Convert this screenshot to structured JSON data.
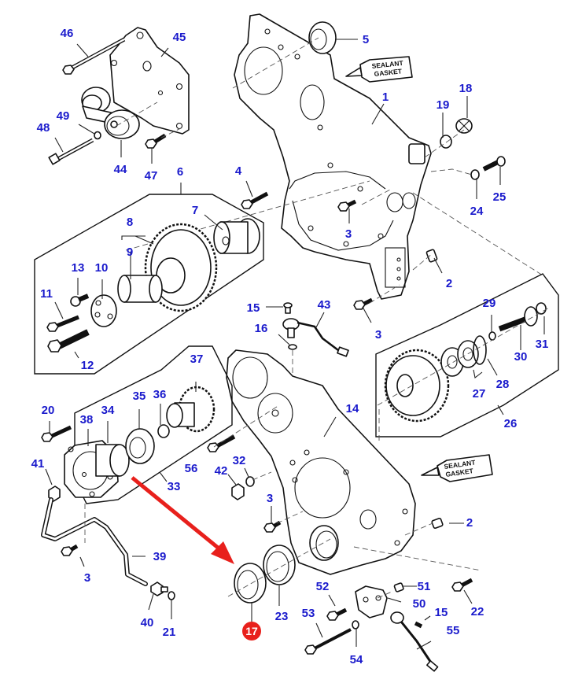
{
  "diagram": {
    "title": "Timing gear housing exploded parts diagram",
    "highlighted_part": "17",
    "highlight_color": "#e8201c",
    "label_color": "#1a1acc",
    "sealant_tubes": [
      {
        "line1": "SEALANT",
        "line2": "GASKET"
      },
      {
        "line1": "SEALANT",
        "line2": "GASKET"
      }
    ],
    "callouts": [
      {
        "id": "c46",
        "text": "46"
      },
      {
        "id": "c45",
        "text": "45"
      },
      {
        "id": "c49",
        "text": "49"
      },
      {
        "id": "c48",
        "text": "48"
      },
      {
        "id": "c44",
        "text": "44"
      },
      {
        "id": "c47",
        "text": "47"
      },
      {
        "id": "c6",
        "text": "6"
      },
      {
        "id": "c5",
        "text": "5"
      },
      {
        "id": "c1",
        "text": "1"
      },
      {
        "id": "c18",
        "text": "18"
      },
      {
        "id": "c19",
        "text": "19"
      },
      {
        "id": "c25",
        "text": "25"
      },
      {
        "id": "c24",
        "text": "24"
      },
      {
        "id": "c4",
        "text": "4"
      },
      {
        "id": "c3a",
        "text": "3"
      },
      {
        "id": "c2a",
        "text": "2"
      },
      {
        "id": "c3b",
        "text": "3"
      },
      {
        "id": "c7",
        "text": "7"
      },
      {
        "id": "c8",
        "text": "8"
      },
      {
        "id": "c9",
        "text": "9"
      },
      {
        "id": "c13",
        "text": "13"
      },
      {
        "id": "c10",
        "text": "10"
      },
      {
        "id": "c11",
        "text": "11"
      },
      {
        "id": "c12",
        "text": "12"
      },
      {
        "id": "c15a",
        "text": "15"
      },
      {
        "id": "c16",
        "text": "16"
      },
      {
        "id": "c43",
        "text": "43"
      },
      {
        "id": "c29",
        "text": "29"
      },
      {
        "id": "c31",
        "text": "31"
      },
      {
        "id": "c30",
        "text": "30"
      },
      {
        "id": "c28",
        "text": "28"
      },
      {
        "id": "c27",
        "text": "27"
      },
      {
        "id": "c26",
        "text": "26"
      },
      {
        "id": "c37",
        "text": "37"
      },
      {
        "id": "c35",
        "text": "35"
      },
      {
        "id": "c36",
        "text": "36"
      },
      {
        "id": "c14",
        "text": "14"
      },
      {
        "id": "c20",
        "text": "20"
      },
      {
        "id": "c38",
        "text": "38"
      },
      {
        "id": "c34",
        "text": "34"
      },
      {
        "id": "c41",
        "text": "41"
      },
      {
        "id": "c56",
        "text": "56"
      },
      {
        "id": "c33",
        "text": "33"
      },
      {
        "id": "c32",
        "text": "32"
      },
      {
        "id": "c42",
        "text": "42"
      },
      {
        "id": "c3c",
        "text": "3"
      },
      {
        "id": "c2b",
        "text": "2"
      },
      {
        "id": "c3d",
        "text": "3"
      },
      {
        "id": "c39",
        "text": "39"
      },
      {
        "id": "c52",
        "text": "52"
      },
      {
        "id": "c51",
        "text": "51"
      },
      {
        "id": "c50",
        "text": "50"
      },
      {
        "id": "c15b",
        "text": "15"
      },
      {
        "id": "c22",
        "text": "22"
      },
      {
        "id": "c53",
        "text": "53"
      },
      {
        "id": "c23",
        "text": "23"
      },
      {
        "id": "c40",
        "text": "40"
      },
      {
        "id": "c21",
        "text": "21"
      },
      {
        "id": "c55",
        "text": "55"
      },
      {
        "id": "c54",
        "text": "54"
      },
      {
        "id": "c17",
        "text": "17"
      }
    ]
  }
}
